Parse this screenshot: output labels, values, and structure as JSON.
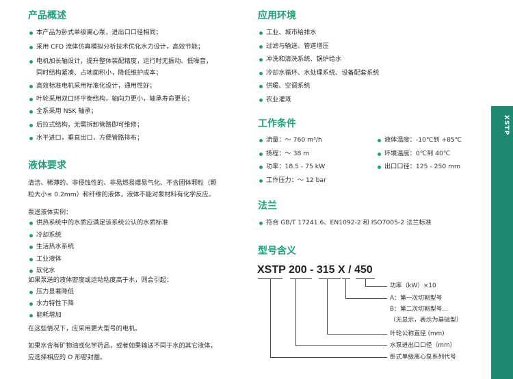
{
  "product_overview": {
    "title": "产品概述",
    "items": [
      "本产品为卧式单级离心泵，进出口口径相同；",
      "采用 CFD 流体仿真模拟分析技术优化水力设计，高效节能；",
      "电机加长轴设计，提升整体装配精度，运行时无振动、低噪音，",
      "同时结构紧凑、占地面积小，降低维护成本；",
      "高效标准电机采用标准化设计，通用性好；",
      "叶轮采用双口环平衡结构，轴向力更小，轴承寿命更长；",
      "全系采用 NSK 轴承；",
      "后拉式结构，无需拆卸管路即可维修；",
      "水平进口，垂直出口，方便管路排布；"
    ]
  },
  "liquid_requirements": {
    "title": "液体要求",
    "desc1": "清洁、稀薄的、非侵蚀性的、非易燃易爆易气化、不含固体颗粒（颗",
    "desc2": "粒大小≤ 0.2mm）和纤维的液体，液体不能对泵材料有化学反应。",
    "examples_title": "泵送液体实例：",
    "examples": [
      "供热系统中的水质应满足该系统公认的水质标准",
      "冷却系统",
      "生活热水系统",
      "工业液体",
      "软化水"
    ],
    "viscosity_note": "如果泵送的液体密度或运动粘度高于水，则会引起：",
    "effects": [
      "压力显著降低",
      "水力特性下降",
      "能耗增加"
    ],
    "motor_note": "在这些情况下，应采用更大型号的电机。",
    "oil_note1": "如果水含有矿物油或化学药品，或者如果输送不同于水的其它液体，",
    "oil_note2": "应选择相应的 O 形密封圈。"
  },
  "application": {
    "title": "应用环境",
    "items": [
      "工业、城市给排水",
      "过滤与输送、管道增压",
      "冲洗和清洗系统、锅炉给水",
      "冷却水循环、水处理系统、设备配套系统",
      "供暖、空调系统",
      "农业灌溉"
    ]
  },
  "working_conditions": {
    "title": "工作条件",
    "left": [
      "流量：～ 760 m³/h",
      "扬程：～ 38 m",
      "功率：18.5 - 75 kW",
      "工作压力：～ 12 bar"
    ],
    "right": [
      "液体温度：-10℃到 +85℃",
      "环境温度：0℃到 40℃",
      "出口口径：125 - 250 mm"
    ]
  },
  "flange": {
    "title": "法兰",
    "items": [
      "符合 GB/T 17241.6、EN1092-2 和 ISO7005-2 法兰标准"
    ]
  },
  "model_meaning": {
    "title": "型号含义",
    "code": "XSTP  200 - 315 X / 450",
    "labels": {
      "power": "功率（kW）×10",
      "cut_a": "A：第一次切割型号",
      "cut_b": "B：第二次切割型号…",
      "cut_none": "（无显示，表示为基础型）",
      "impeller": "叶轮公称直径 (mm)",
      "inlet": "水泵进出口口径（mm）",
      "series": "卧式单级离心泵系列代号"
    }
  },
  "sidebar": {
    "label": "XSTP"
  },
  "colors": {
    "accent": "#1f9e7e",
    "tab": "#1f8a73"
  }
}
